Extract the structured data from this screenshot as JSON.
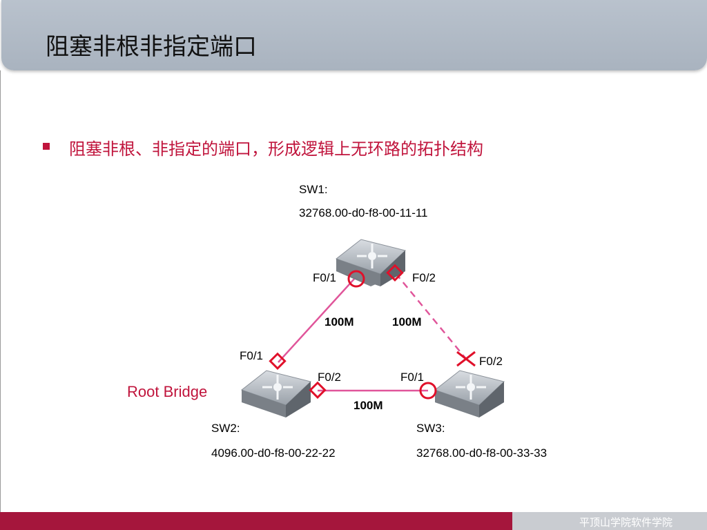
{
  "header": {
    "title": "阻塞非根非指定端口"
  },
  "bullet": {
    "text": "阻塞非根、非指定的端口，形成逻辑上无环路的拓扑结构"
  },
  "diagram": {
    "sw1": {
      "name": "SW1:",
      "id": "32768.00-d0-f8-00-11-11",
      "port_left": "F0/1",
      "port_right": "F0/2"
    },
    "sw2": {
      "name": "SW2:",
      "id": "4096.00-d0-f8-00-22-22",
      "port_top": "F0/1",
      "port_right": "F0/2",
      "role": "Root Bridge"
    },
    "sw3": {
      "name": "SW3:",
      "id": "32768.00-d0-f8-00-33-33",
      "port_top": "F0/2",
      "port_left": "F0/1"
    },
    "links": {
      "sw1_sw2": "100M",
      "sw1_sw3": "100M",
      "sw2_sw3": "100M"
    },
    "colors": {
      "link": "#e0559a",
      "marker": "#e0102a",
      "accent": "#c0143c"
    }
  },
  "footer": {
    "text": "平顶山学院软件学院"
  }
}
